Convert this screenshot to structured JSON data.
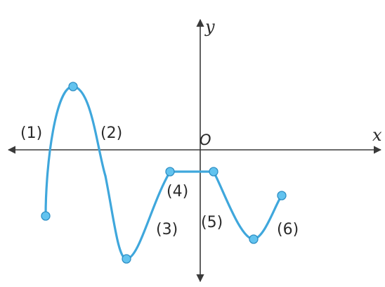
{
  "axes": {
    "x_label": "x",
    "y_label": "y",
    "origin_label": "O"
  },
  "segments": [
    {
      "label": "(1)"
    },
    {
      "label": "(2)"
    },
    {
      "label": "(3)"
    },
    {
      "label": "(4)"
    },
    {
      "label": "(5)"
    },
    {
      "label": "(6)"
    }
  ],
  "colors": {
    "curve": "#3fa7dc",
    "point": "#62c3ef",
    "axis": "#3a3a3a"
  }
}
